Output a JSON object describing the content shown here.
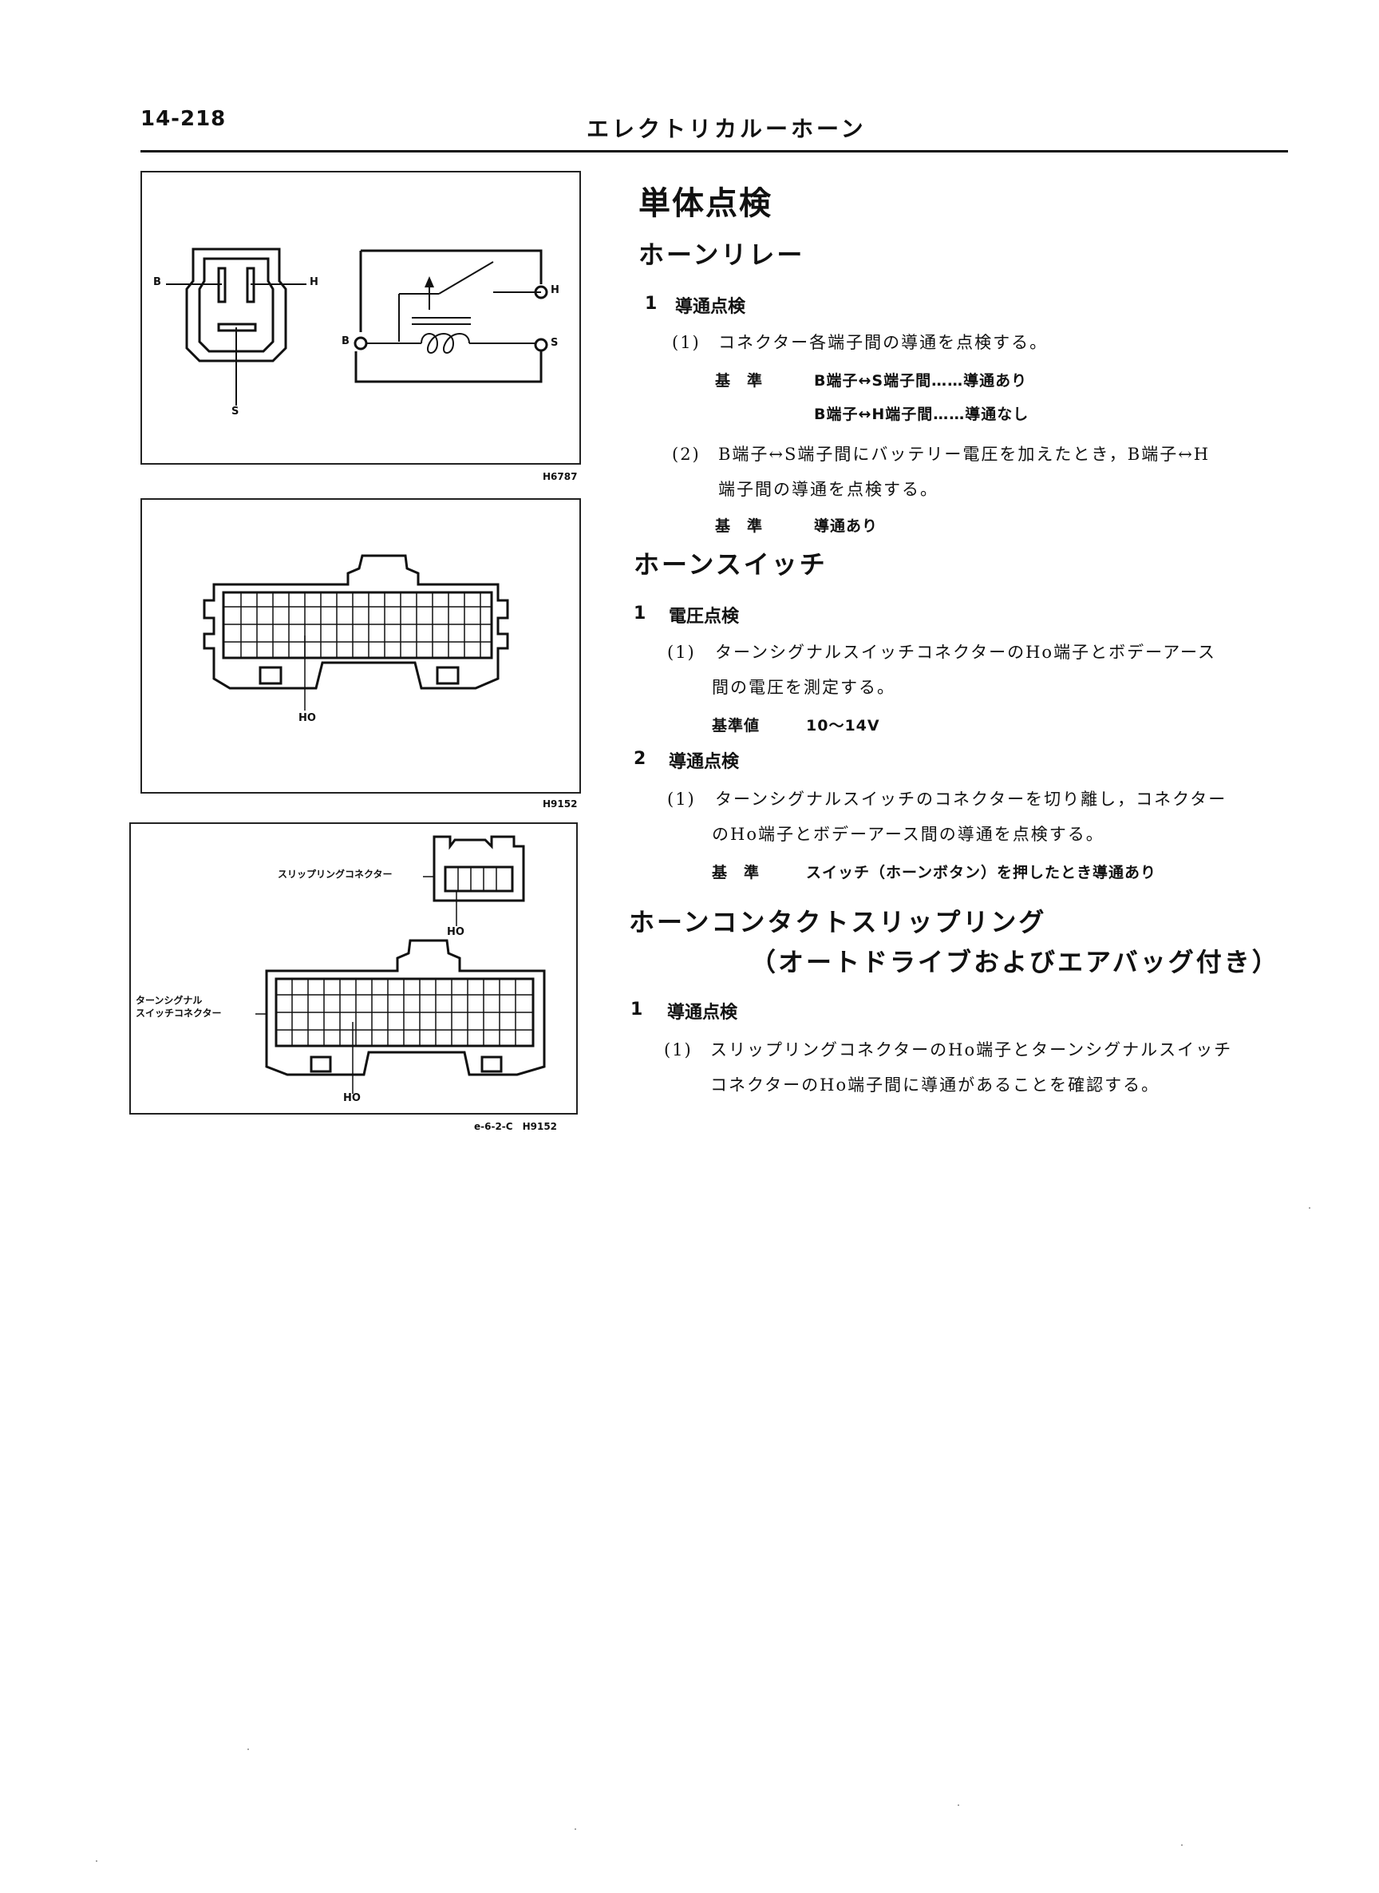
{
  "header": {
    "page_number": "14-218",
    "title": "エレクトリカルーホーン"
  },
  "figures": {
    "relay": {
      "code": "H6787",
      "labels": {
        "b_left": "B",
        "h_left": "H",
        "s_bottom": "S",
        "h_right": "H",
        "b_right": "B",
        "s_right": "S"
      }
    },
    "switch_connector": {
      "code": "H9152",
      "label_ho": "HO"
    },
    "slipring": {
      "code": "e-6-2-C　H9152",
      "label_slipring_connector": "スリップリングコネクター",
      "label_ho_top": "HO",
      "label_turn_signal_line1": "ターンシグナル",
      "label_turn_signal_line2": "スイッチコネクター",
      "label_ho_bottom": "HO"
    }
  },
  "content": {
    "main_title": "単体点検",
    "relay_section": {
      "title": "ホーンリレー",
      "step1_num": "1",
      "step1_title": "導通点検",
      "item1_num": "(1)",
      "item1_text": "コネクター各端子間の導通を点検する。",
      "std_label": "基　準",
      "std1": "B端子↔S端子間……導通あり",
      "std2": "B端子↔H端子間……導通なし",
      "item2_num": "(2)",
      "item2_line1": "B端子↔S端子間にバッテリー電圧を加えたとき，B端子↔H",
      "item2_line2": "端子間の導通を点検する。",
      "std_label2": "基　準",
      "std3": "導通あり"
    },
    "switch_section": {
      "title": "ホーンスイッチ",
      "step1_num": "1",
      "step1_title": "電圧点検",
      "item1_num": "(1)",
      "item1_line1": "ターンシグナルスイッチコネクターのHo端子とボデーアース",
      "item1_line2": "間の電圧を測定する。",
      "std_label": "基準値",
      "std_value": "10〜14V",
      "step2_num": "2",
      "step2_title": "導通点検",
      "item2_num": "(1)",
      "item2_line1": "ターンシグナルスイッチのコネクターを切り離し，コネクター",
      "item2_line2": "のHo端子とボデーアース間の導通を点検する。",
      "std_label2": "基　準",
      "std_value2": "スイッチ（ホーンボタン）を押したとき導通あり"
    },
    "slipring_section": {
      "title_line1": "ホーンコンタクトスリップリング",
      "title_line2": "（オートドライブおよびエアバッグ付き）",
      "step1_num": "1",
      "step1_title": "導通点検",
      "item1_num": "(1)",
      "item1_line1": "スリップリングコネクターのHo端子とターンシグナルスイッチ",
      "item1_line2": "コネクターのHo端子間に導通があることを確認する。"
    }
  }
}
